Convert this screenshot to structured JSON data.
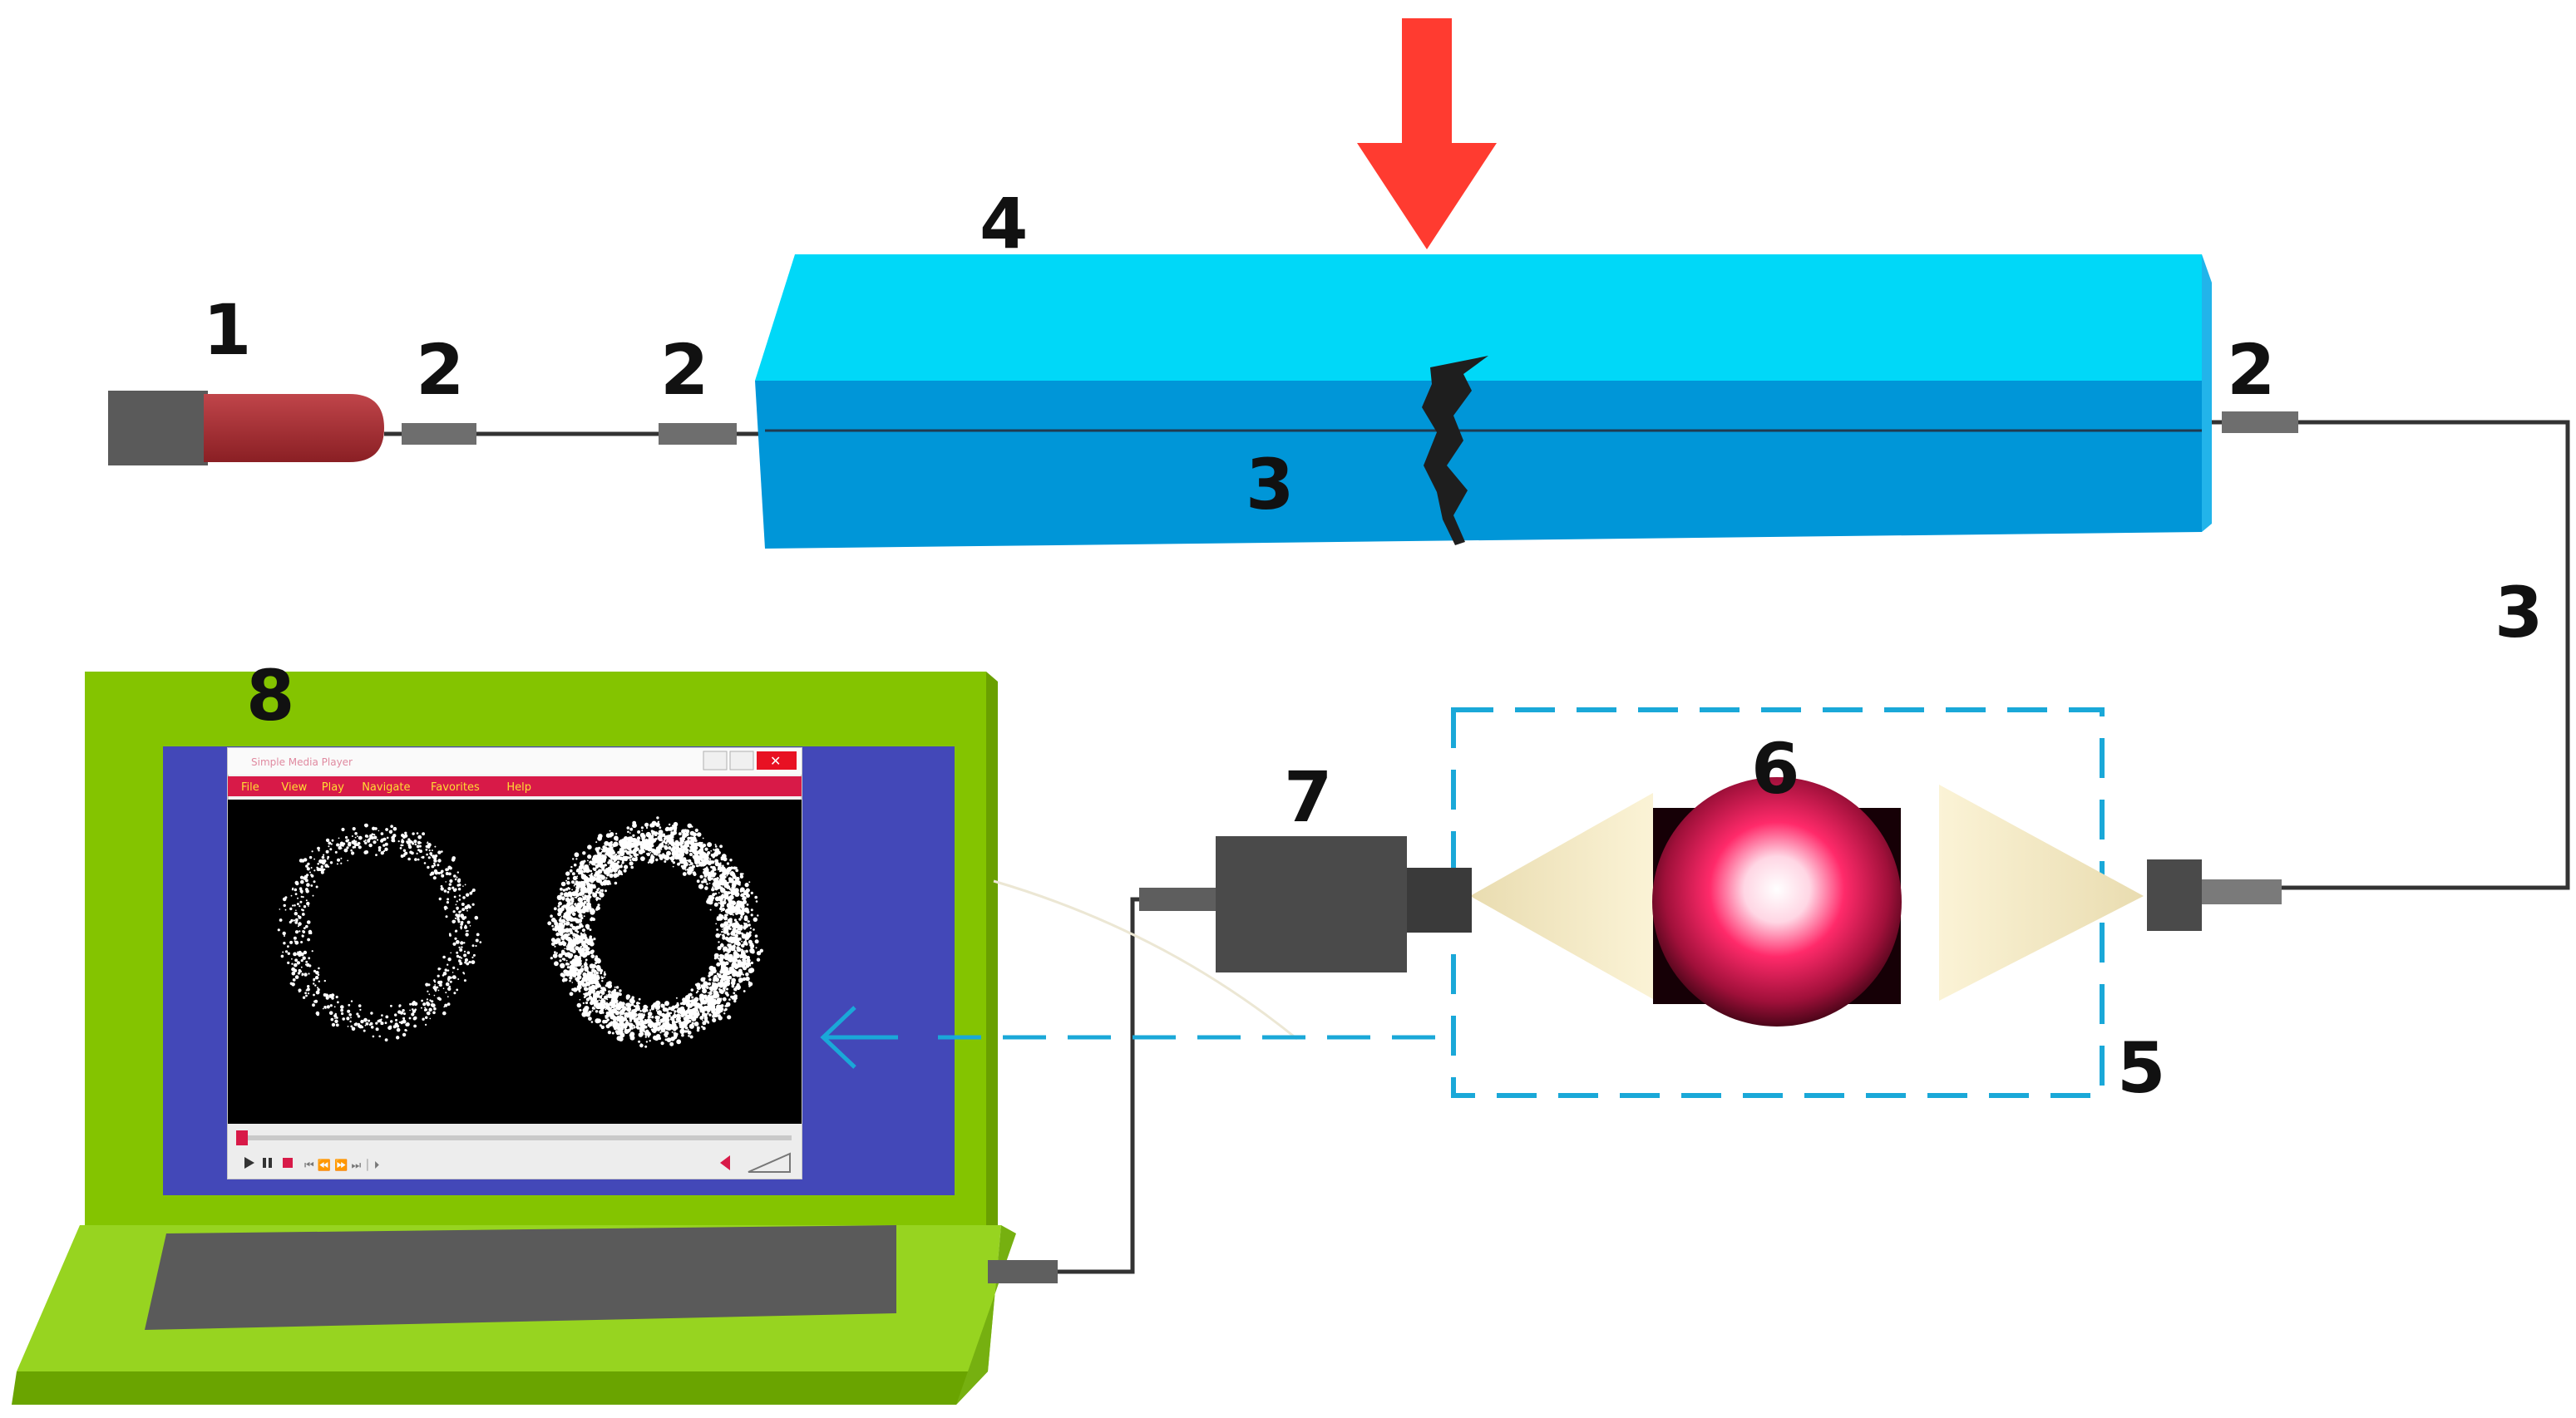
{
  "labels": {
    "laser_source": "1",
    "connector_left_a": "2",
    "connector_left_b": "2",
    "connector_right": "2",
    "fiber_in_beam": "3",
    "fiber_return": "3",
    "beam": "4",
    "sensor_box": "5",
    "speckle_pattern": "6",
    "camera": "7",
    "laptop": "8"
  },
  "player": {
    "window_title": "Simple Media Player",
    "menu": [
      "File",
      "View",
      "Play",
      "Navigate",
      "Favorites",
      "Help"
    ]
  },
  "colors": {
    "beam_top": "#00d8f8",
    "beam_front": "#0096d8",
    "load_arrow": "#ff3b30",
    "laser_body": "#a32a2e",
    "laptop_green": "#84c400",
    "laptop_screen": "#4348b8",
    "dashed_box": "#1aa8d8",
    "cone": "#f2e6c0",
    "speckle": "#ff1a5a"
  }
}
